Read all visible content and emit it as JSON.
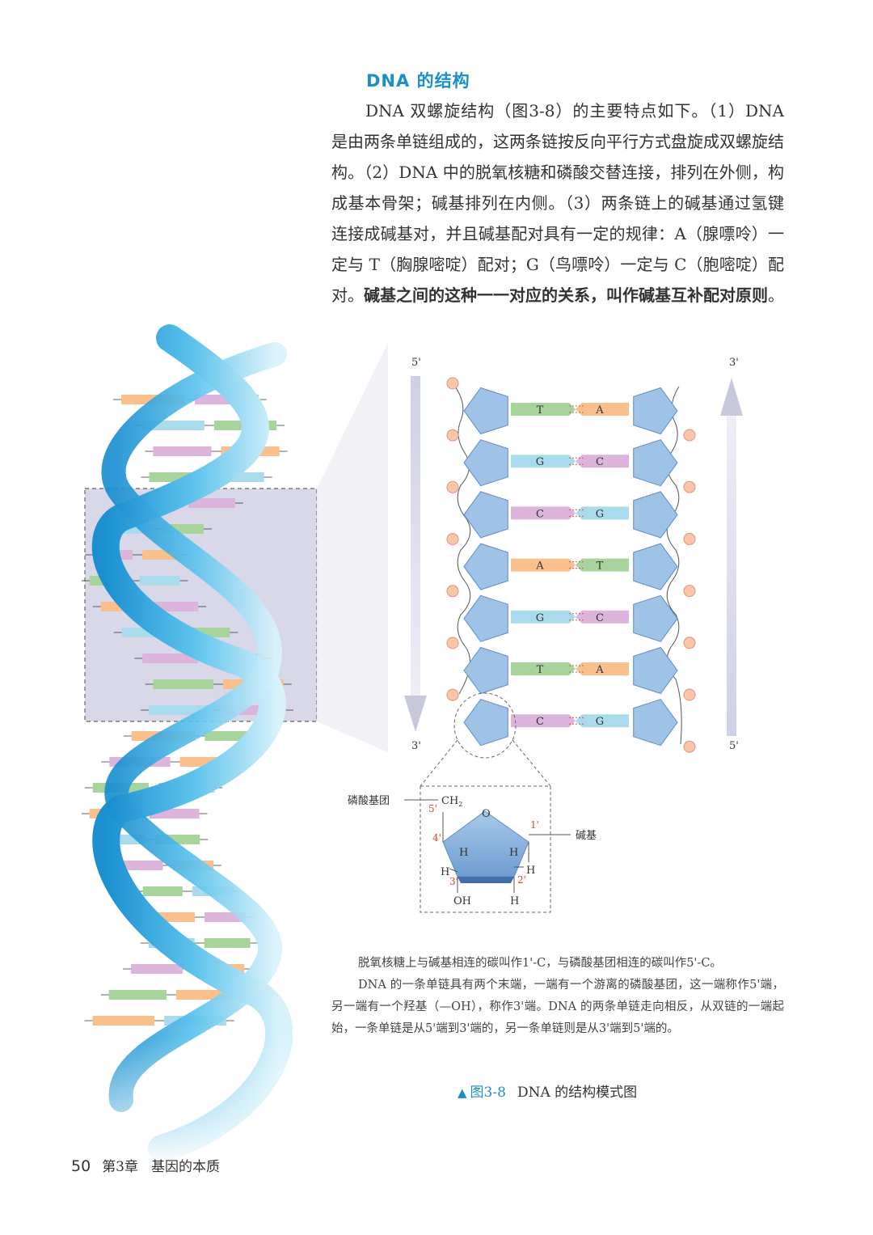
{
  "section": {
    "title": "DNA 的结构"
  },
  "body": {
    "p1": "DNA 双螺旋结构（图3-8）的主要特点如下。（1）DNA 是由两条单链组成的，这两条链按反向平行方式盘旋成双螺旋结构。（2）DNA 中的脱氧核糖和磷酸交替连接，排列在外侧，构成基本骨架；碱基排列在内侧。（3）两条链上的碱基通过氢键连接成碱基对，并且碱基配对具有一定的规律：A（腺嘌呤）一定与 T（胸腺嘧啶）配对；G（鸟嘌呤）一定与 C（胞嘧啶）配对。",
    "p1_bold": "碱基之间的这种一一对应的关系，叫作碱基互补配对原则",
    "p1_end": "。"
  },
  "figure": {
    "strand_labels": {
      "left_top": "5'",
      "left_bottom": "3'",
      "right_top": "3'",
      "right_bottom": "5'"
    },
    "base_pairs": [
      {
        "left": "T",
        "right": "A"
      },
      {
        "left": "G",
        "right": "C"
      },
      {
        "left": "C",
        "right": "G"
      },
      {
        "left": "A",
        "right": "T"
      },
      {
        "left": "G",
        "right": "C"
      },
      {
        "left": "T",
        "right": "A"
      },
      {
        "left": "C",
        "right": "G"
      }
    ],
    "base_colors": {
      "A": "#f9bf8c",
      "T": "#a6d49a",
      "G": "#a9dbec",
      "C": "#ddb4dc"
    },
    "sugar_detail": {
      "phosphate_label": "磷酸基团",
      "base_label": "碱基",
      "ch2": "CH",
      "ch2_sub": "2",
      "oxygen": "O",
      "h": "H",
      "oh": "OH",
      "c5": "5'",
      "c4": "4'",
      "c3": "3'",
      "c2": "2'",
      "c1": "1'"
    },
    "caption": {
      "p1": "脱氧核糖上与碱基相连的碳叫作1'-C，与磷酸基团相连的碳叫作5'-C。",
      "p2": "DNA 的一条单链具有两个末端，一端有一个游离的磷酸基团，这一端称作5'端，另一端有一个羟基（—OH），称作3'端。DNA 的两条单链走向相反，从双链的一端起始，一条单链是从5'端到3'端的，另一条单链则是从3'端到5'端的。"
    },
    "title_marker": "▲",
    "title_num": "图3-8",
    "title_text": "DNA 的结构模式图"
  },
  "footer": {
    "page_number": "50",
    "chapter": "第3章",
    "chapter_title": "基因的本质"
  }
}
